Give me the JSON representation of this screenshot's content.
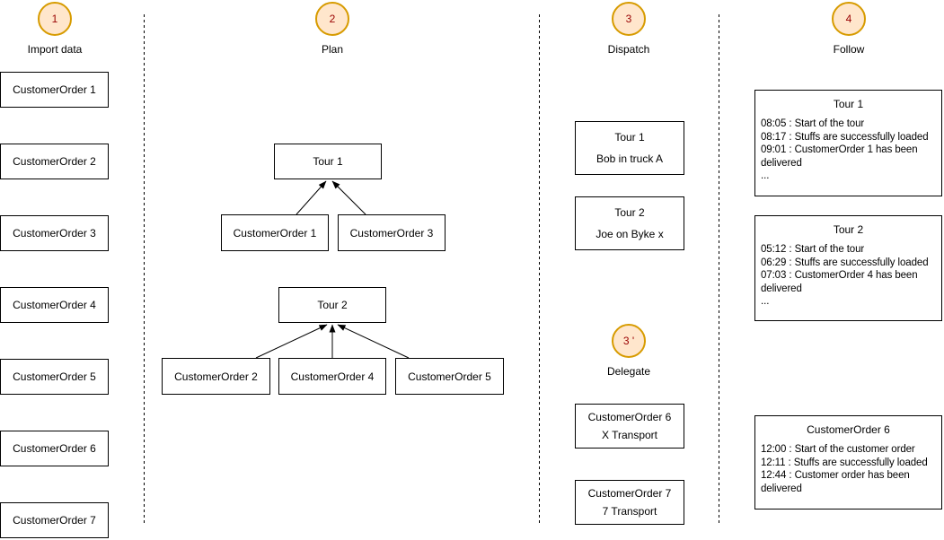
{
  "palette": {
    "badge_fill": "#ffe6cc",
    "badge_stroke": "#d79b00",
    "badge_number_color": "#990000",
    "node_border": "#000000",
    "node_fill": "#ffffff"
  },
  "phases": [
    {
      "number": "1",
      "label": "Import data"
    },
    {
      "number": "2",
      "label": "Plan"
    },
    {
      "number": "3",
      "label": "Dispatch"
    },
    {
      "number": "4",
      "label": "Follow"
    },
    {
      "number": "3 '",
      "label": "Delegate"
    }
  ],
  "import_column": {
    "orders": [
      "CustomerOrder 1",
      "CustomerOrder 2",
      "CustomerOrder 3",
      "CustomerOrder 4",
      "CustomerOrder 5",
      "CustomerOrder 6",
      "CustomerOrder 7"
    ]
  },
  "plan": {
    "tour1": {
      "name": "Tour 1",
      "orders": [
        "CustomerOrder 1",
        "CustomerOrder 3"
      ]
    },
    "tour2": {
      "name": "Tour 2",
      "orders": [
        "CustomerOrder 2",
        "CustomerOrder 4",
        "CustomerOrder 5"
      ]
    }
  },
  "dispatch": {
    "assignments": [
      {
        "title": "Tour 1",
        "detail": "Bob in truck A"
      },
      {
        "title": "Tour 2",
        "detail": "Joe on Byke x"
      }
    ]
  },
  "delegate": {
    "assignments": [
      {
        "title": "CustomerOrder 6",
        "detail": "X Transport"
      },
      {
        "title": "CustomerOrder 7",
        "detail": "7 Transport"
      }
    ]
  },
  "follow": {
    "reports": [
      {
        "title": "Tour 1",
        "lines": [
          "08:05 : Start of the tour",
          "08:17 : Stuffs are successfully loaded",
          "09:01 : CustomerOrder 1 has been delivered",
          "..."
        ]
      },
      {
        "title": "Tour 2",
        "lines": [
          "05:12 : Start of the tour",
          "06:29 : Stuffs are successfully loaded",
          "07:03 : CustomerOrder 4 has been delivered",
          "..."
        ]
      },
      {
        "title": "CustomerOrder 6",
        "lines": [
          "12:00 : Start of the customer order",
          "12:11 : Stuffs are successfully loaded",
          "12:44 : Customer order has been delivered"
        ]
      }
    ]
  }
}
